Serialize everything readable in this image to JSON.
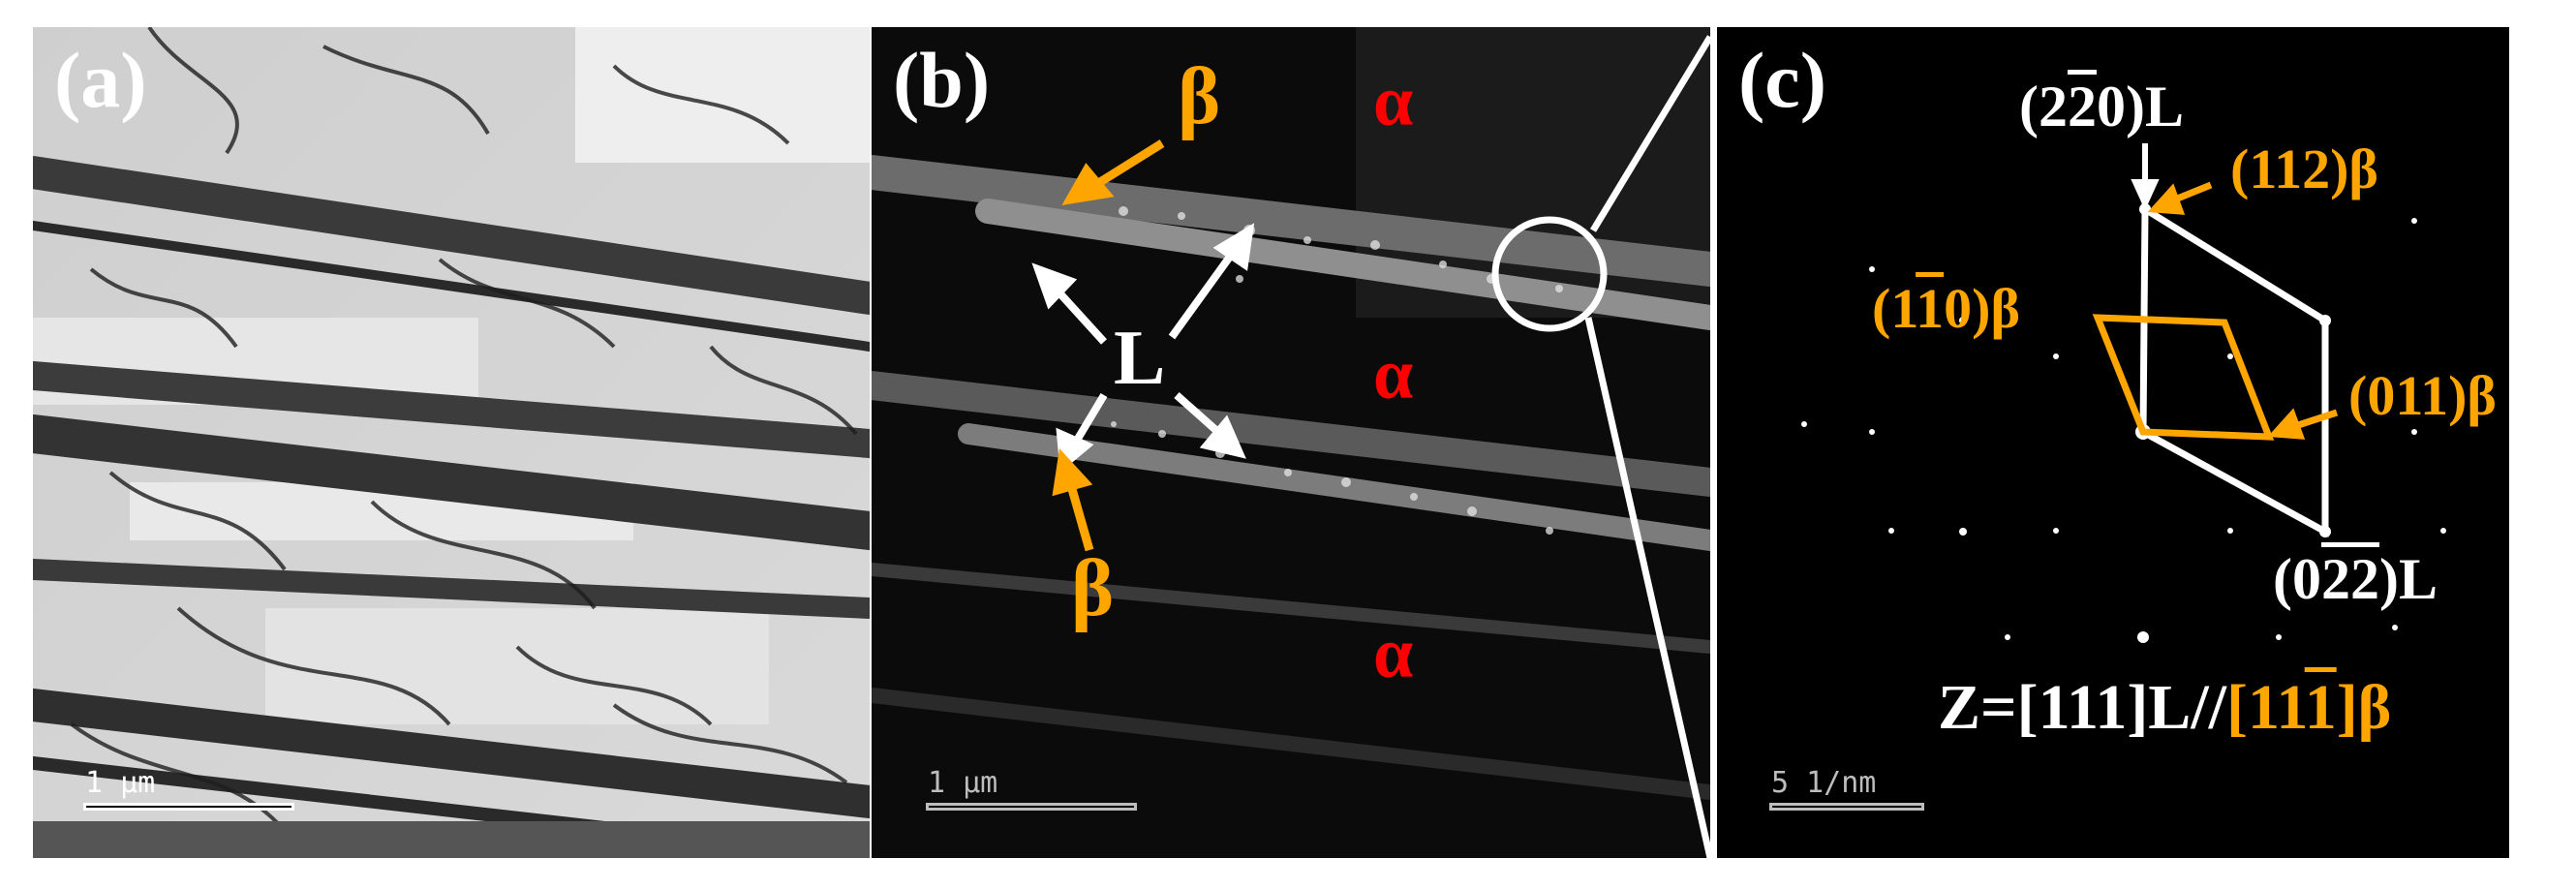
{
  "figure": {
    "panels": [
      {
        "label": "(a)",
        "scale_bar": "1 μm"
      },
      {
        "label": "(b)",
        "scale_bar": "1 μm",
        "phases": {
          "alpha": "α",
          "beta": "β",
          "L": "L"
        }
      },
      {
        "label": "(c)",
        "scale_bar": "5 1/nm",
        "indices": {
          "i220_open": "(2",
          "i220_bar": "2",
          "i220_close": "0)L",
          "i112": "(112)β",
          "i110_open": "(1",
          "i110_bar": "1",
          "i110_close": "0)β",
          "i011": "(011)β",
          "i022_open": "(0",
          "i022_bar1": "2",
          "i022_bar2": "2",
          "i022_close": ")L",
          "zone_white": "Z=[111]L//",
          "zone_orange_open": "[11",
          "zone_orange_bar": "1",
          "zone_orange_close": "]β"
        }
      }
    ]
  },
  "colors": {
    "alpha": "#ff0000",
    "beta": "#ffa500",
    "white": "#ffffff",
    "black": "#000000"
  }
}
